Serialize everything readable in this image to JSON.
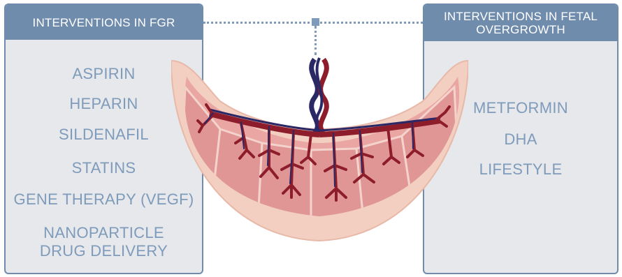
{
  "left_panel": {
    "title": "INTERVENTIONS IN FGR",
    "items": [
      "ASPIRIN",
      "HEPARIN",
      "SILDENAFIL",
      "STATINS",
      "GENE THERAPY (VEGF)",
      "NANOPARTICLE",
      "DRUG DELIVERY"
    ]
  },
  "right_panel": {
    "title_line1": "INTERVENTIONS IN FETAL",
    "title_line2": "OVERGROWTH",
    "items": [
      "METFORMIN",
      "DHA",
      "LIFESTYLE"
    ]
  },
  "colors": {
    "panel_border": "#6f8cad",
    "panel_fill": "#e6e8eb",
    "item_text": "#7f9bbb",
    "placenta_outer": "#f2cfc0",
    "placenta_inner": "#e9a6a2",
    "artery": "#8e1d2c",
    "vein": "#2b2866"
  },
  "illustration_icon": "placenta-illustration"
}
